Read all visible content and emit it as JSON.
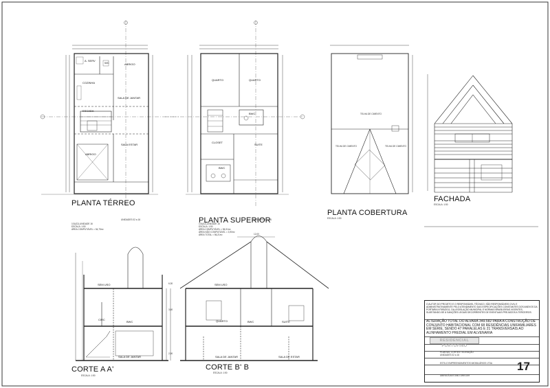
{
  "plans": {
    "terreo": {
      "title": "PLANTA TÉRREO",
      "units": "UNIDADES 02 a 16",
      "info": [
        "101(02)-UNIDADE 16",
        "ESCALA: 1:50",
        "ÁREA COMPUTÁVEL = 54,75m²"
      ],
      "rooms": [
        "A. SERV",
        "WC",
        "ABRIGO",
        "COZINHA",
        "SALA DE JANTAR",
        "ESCADA",
        "SALA ESTAR",
        "ABRIGO"
      ]
    },
    "superior": {
      "title": "PLANTA SUPERIOR",
      "units": "UNIDADES 02 a 16",
      "info": [
        "101(02)-UNIDADE 16",
        "ESCALA: 1:50",
        "ÁREA COMPUTÁVEL = 56,31m²",
        "ÁREA NÃO COMPUTÁVEL = 3,90m²",
        "ÁREA TOTAL = 56,21m²"
      ],
      "rooms": [
        "QUARTO",
        "QUARTO",
        "BWC",
        "CLOSET",
        "SUITE",
        "BWC"
      ]
    },
    "cobertura": {
      "title": "PLANTA COBERTURA",
      "scale": "ESCALA: 1:50",
      "labels": [
        "TELHA DE CIMENTO",
        "TELHA DE CIMENTO",
        "TELHA DE CIMENTO"
      ]
    },
    "fachada": {
      "title": "FACHADA",
      "scale": "ESCALA: 1:50"
    }
  },
  "sections": {
    "corte_a": {
      "title": "CORTE A A'",
      "scale": "ESCALA: 1:50",
      "labels": [
        "SEM USO",
        "CIRC",
        "BWC",
        "SALA DE JANTAR"
      ]
    },
    "corte_b": {
      "title": "CORTE B' B",
      "scale": "ESCALA: 1:50",
      "labels": [
        "SEM USO",
        "QUARTO",
        "BWC",
        "SUITE",
        "SALA DE JANTAR",
        "SALA DE ESTAR"
      ],
      "dims": [
        "12,00",
        "6,30",
        "3,60",
        "2,90"
      ]
    }
  },
  "title_block": {
    "note": "O AUTOR DO PROJETO E O RESPONSÁVEL TÉCNICO, SÃO RESPONSÁVEIS CIVIL E ADMINISTRATIVAMENTE PELO ATENDIMENTO DAS ESPECIFICAÇÕES CONSTANTES DOS ANEXOS DA PORTARIA N°593/2011, DA LEGISLAÇÃO MUNICIPAL E NORMAS BRASILEIRAS VIGENTES, SUJEITANDO-SE À SANÇÕES LEGAIS DECORRENTES DE EVENTUAIS PREJUÍZOS A TERCEIROS.",
    "description": "ALTERAÇÃO TOTAL DO ALVARÁ 349.582 PARA A CONSTRUÇÃO DE CONJUNTO HABITACIONAL COM 68 RESIDÊNCIAS UNIFAMILIARES EM SÉRIE, SENDO 47 PARALELAS E 21 TRANSVERSAIS AO ALINHAMENTO PREDIAL EM ALVENARIA",
    "brand": "RESIDENCIAL PORTOFINO",
    "content": "PLANTAS, CORTES / ELEVAÇÃO",
    "units": "UNIDADES 02 a 16",
    "owner": "ESTILO EMPREENDIMENTOS IMOBILIÁRIOS LTDA",
    "author": "UBIRATÃ ANTONIO DREGER",
    "sheet": "17"
  }
}
